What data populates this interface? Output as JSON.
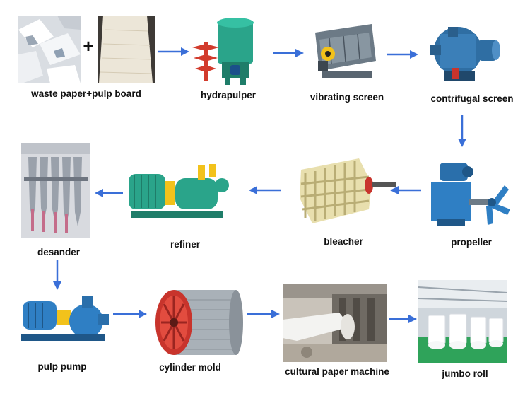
{
  "steps": {
    "waste_paper": "waste paper+pulp board",
    "hydrapulper": "hydrapulper",
    "vibrating_screen": "vibrating screen",
    "centrifugal_screen": "contrifugal screen",
    "propeller": "propeller",
    "bleacher": "bleacher",
    "refiner": "refiner",
    "desander": "desander",
    "pulp_pump": "pulp pump",
    "cylinder_mold": "cylinder mold",
    "paper_machine": "cultural paper machine",
    "jumbo_roll": "jumbo roll"
  },
  "plus_sign": "+",
  "colors": {
    "arrow": "#3a6fd8",
    "machine_blue": "#2f7fc4",
    "machine_green": "#2aa48a",
    "yellow": "#f2c21b",
    "red": "#c8342c"
  }
}
